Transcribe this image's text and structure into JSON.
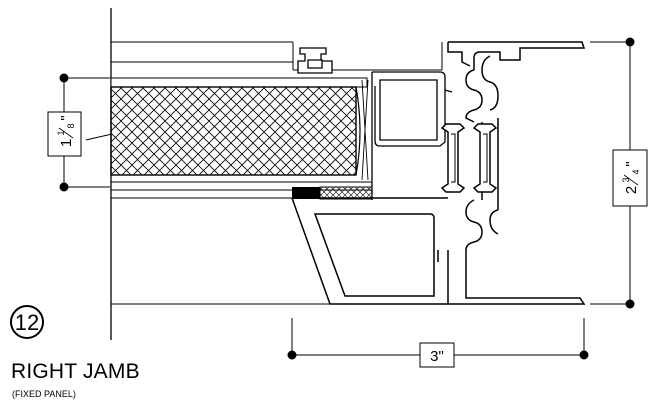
{
  "detail": {
    "number": "12",
    "title": "RIGHT JAMB",
    "subtitle": "(FIXED PANEL)"
  },
  "dimensions": {
    "panel_thickness": {
      "whole": "1",
      "num": "1",
      "den": "8",
      "unit": "\""
    },
    "frame_depth": {
      "whole": "2",
      "num": "3",
      "den": "4",
      "unit": "\""
    },
    "frame_width": {
      "label": "3\""
    }
  },
  "colors": {
    "line": "#000000",
    "background": "#ffffff"
  }
}
